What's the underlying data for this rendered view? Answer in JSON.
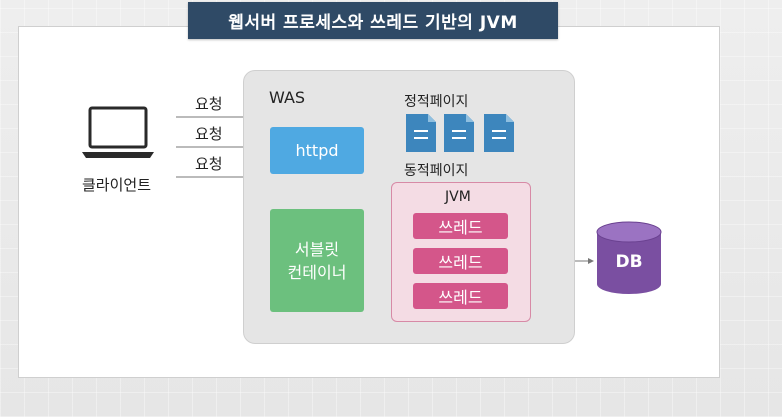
{
  "diagram": {
    "title": "웹서버 프로세스와 쓰레드 기반의 JVM",
    "client_label": "클라이언트",
    "requests": [
      "요청",
      "요청",
      "요청"
    ],
    "was_label": "WAS",
    "static_pages_label": "정적페이지",
    "dynamic_pages_label": "동적페이지",
    "httpd_label": "httpd",
    "servlet_line1": "서블릿",
    "servlet_line2": "컨테이너",
    "jvm_label": "JVM",
    "threads": [
      "쓰레드",
      "쓰레드",
      "쓰레드"
    ],
    "db_label": "DB"
  },
  "colors": {
    "banner": "#2f4a66",
    "httpd": "#4fa9e2",
    "servlet": "#6cc07e",
    "thread": "#d4568a",
    "jvm_bg": "#f4dce4",
    "doc": "#3d86bd",
    "db": "#7a4fa1"
  },
  "icons": {
    "client": "laptop-icon",
    "static_pages": "document-icon",
    "database": "database-icon"
  }
}
